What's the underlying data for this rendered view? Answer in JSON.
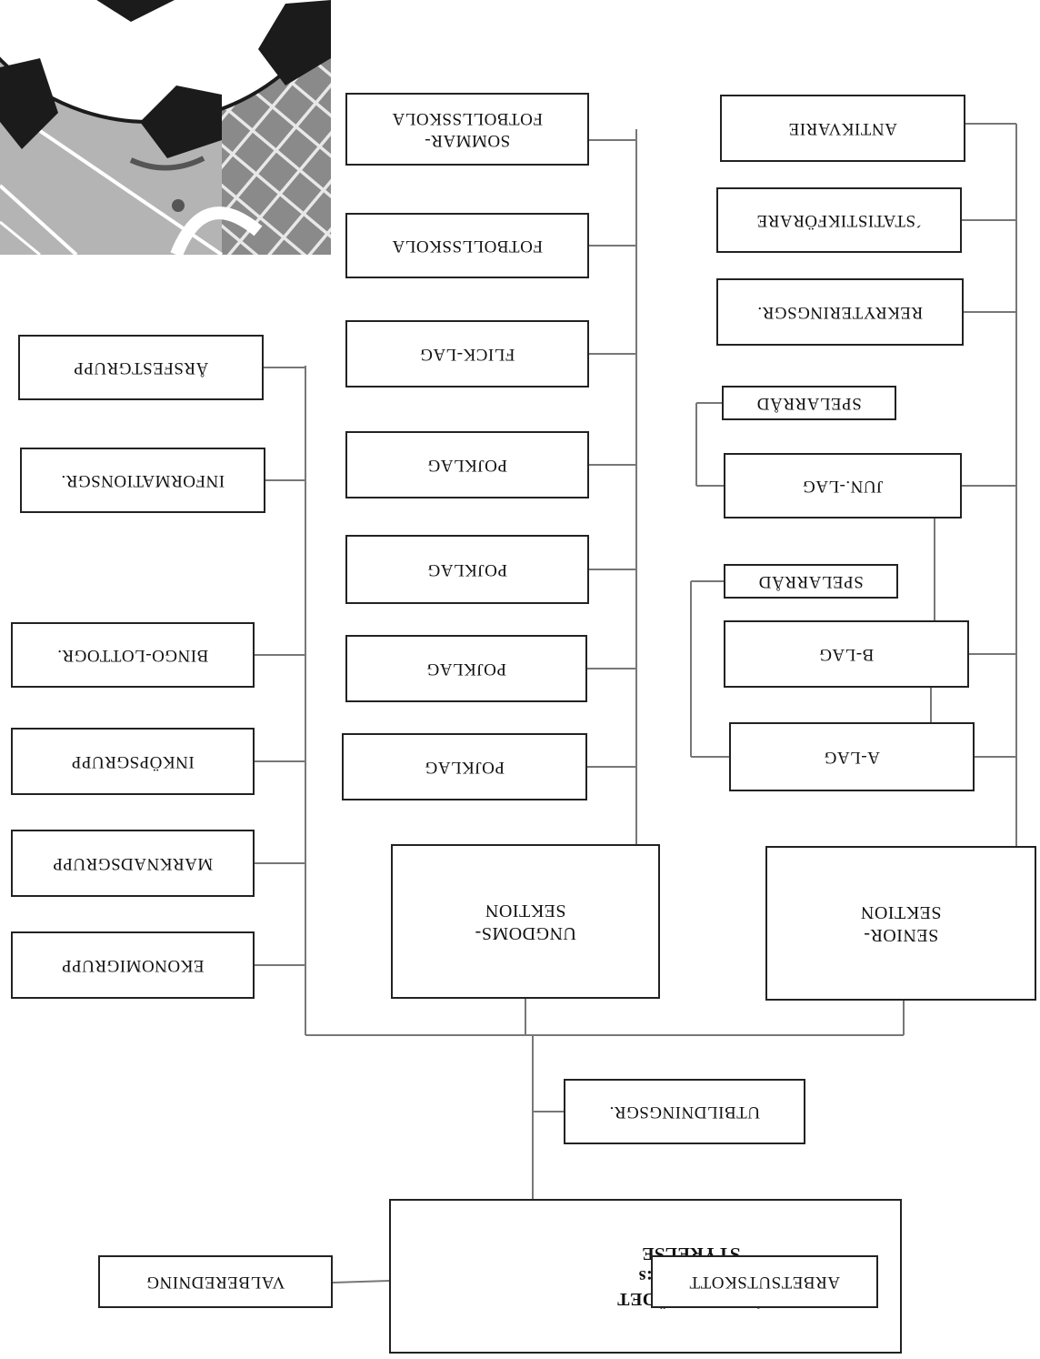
{
  "boxes": {
    "board_title": "ÅSARP-TRÄDET\nFOTBOLL:s\nSTYRELSE",
    "arbetsutskott": "ARBETSUTSKOTT",
    "valberedning": "VALBEREDNING",
    "utbildningsgr": "UTBILDNINGSGR.",
    "ungdomssektion": "UNGDOMS-\nSEKTION",
    "seniorsektion": "SENIOR-\nSEKTION",
    "ekonomigrupp": "EKONOMIGRUPP",
    "marknadsgrupp": "MARKNADSGRUPP",
    "inkopsgrupp": "INKÖPSGRUPP",
    "bingo_lottogr": "BINGO-LOTTOGR.",
    "informationsgr": "INFORMATIONSGR.",
    "arsfestgrupp": "ÅRSFESTGRUPP",
    "pojklag_1": "POJKLAG",
    "pojklag_2": "POJKLAG",
    "pojklag_3": "POJKLAG",
    "pojklag_4": "POJKLAG",
    "flick_lag": "FLICK-LAG",
    "fotbollsskola": "FOTBOLLSSKOLA",
    "sommar_fotbollsskola": "SOMMAR-\nFOTBOLLSSKOLA",
    "a_lag": "A-LAG",
    "b_lag": "B-LAG",
    "spelarrad_1": "SPELARRÅD",
    "jun_lag": "JUN.-LAG",
    "spelarrad_2": "SPELARRÅD",
    "rekryteringsgr": "REKRYTERINGSGR.",
    "statistikforare": "´STATISTIKFÖRARE",
    "antikvarie": "ANTIKVARIE"
  },
  "colors": {
    "line": "#777777",
    "border": "#222222",
    "ball_black": "#1b1b1b",
    "net_background": "#8a8a8a",
    "grass": "#b4b4b4"
  }
}
